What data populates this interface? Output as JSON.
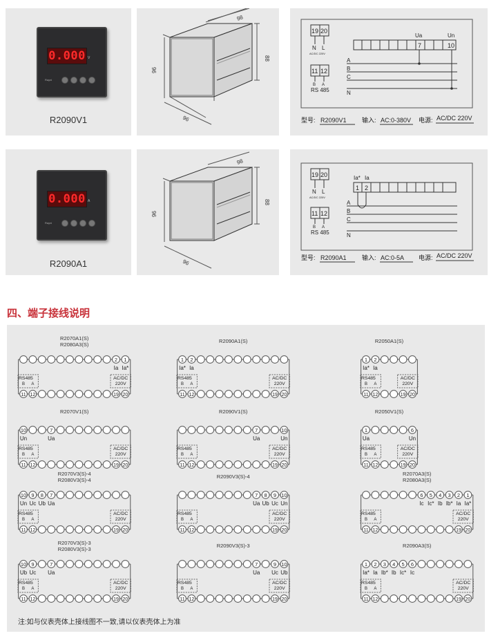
{
  "products": [
    {
      "model": "R2090V1",
      "display": "0.000",
      "unit": "V",
      "brand": "Rayni",
      "dims": {
        "width": "96",
        "depth": "98",
        "side": "88",
        "height": "96"
      },
      "supply_terms": [
        "19",
        "20"
      ],
      "supply_labels": [
        "N",
        "L"
      ],
      "supply_spec": "AC/DC 220V",
      "rs_terms": [
        "11",
        "12"
      ],
      "rs_labels": [
        "B",
        "A"
      ],
      "rs_name": "RS 485",
      "top_labels": [
        "Ua",
        "Un"
      ],
      "terms": [
        "7",
        "10"
      ],
      "lines": [
        "A",
        "B",
        "C",
        "N"
      ],
      "model_label": "型号:",
      "input_label": "输入:",
      "input_value": "AC:0-380V",
      "power_label": "电源:",
      "power_value": "AC/DC 220V"
    },
    {
      "model": "R2090A1",
      "display": "0.000",
      "unit": "A",
      "brand": "Rayni",
      "dims": {
        "width": "96",
        "depth": "98",
        "side": "88",
        "height": "96"
      },
      "supply_terms": [
        "19",
        "20"
      ],
      "supply_labels": [
        "N",
        "L"
      ],
      "supply_spec": "AC/DC 220V",
      "rs_terms": [
        "11",
        "12"
      ],
      "rs_labels": [
        "B",
        "A"
      ],
      "rs_name": "RS 485",
      "top_labels": [
        "Ia*",
        "Ia"
      ],
      "terms": [
        "1",
        "2"
      ],
      "lines": [
        "A",
        "B",
        "C",
        "N"
      ],
      "model_label": "型号:",
      "input_label": "输入:",
      "input_value": "AC:0-5A",
      "power_label": "电源:",
      "power_value": "AC/DC 220V"
    }
  ],
  "section_title": "四、端子接线说明",
  "terminal_common": {
    "rs_text": "RS485",
    "rs_b": "B",
    "rs_a": "A",
    "rs_terms": [
      "11",
      "12"
    ],
    "ac_text": "AC/DC",
    "ac_volt": "220V",
    "ac_terms": [
      "19",
      "20"
    ]
  },
  "diagrams": [
    {
      "title": [
        "R2070A1(S)",
        "R2080A3(S)"
      ],
      "count": 12,
      "nums": {
        "10": "2",
        "11": "1"
      },
      "labels": {
        "10": "Ia",
        "11": "Ia*"
      }
    },
    {
      "title": [
        "R2090A1(S)"
      ],
      "count": 12,
      "nums": {
        "0": "1",
        "1": "2"
      },
      "labels": {
        "0": "Ia*",
        "1": "Ia"
      }
    },
    {
      "title": [
        "R2050A1(S)"
      ],
      "count": 6,
      "nums": {
        "0": "1",
        "1": "2"
      },
      "labels": {
        "0": "Ia*",
        "1": "Ia"
      }
    },
    {
      "title": [
        "R2070V1(S)"
      ],
      "count": 12,
      "nums": {
        "0": "10",
        "3": "7"
      },
      "labels": {
        "0": "Un",
        "3": "Ua"
      }
    },
    {
      "title": [
        "R2090V1(S)"
      ],
      "count": 12,
      "nums": {
        "8": "7",
        "11": "10"
      },
      "labels": {
        "8": "Ua",
        "11": "Un"
      }
    },
    {
      "title": [
        "R2050V1(S)"
      ],
      "count": 6,
      "nums": {
        "0": "1",
        "5": "6"
      },
      "labels": {
        "0": "Ua",
        "5": "Un"
      }
    },
    {
      "title": [
        "R2070V3(S)-4",
        "R2080V3(S)-4"
      ],
      "count": 12,
      "nums": {
        "0": "10",
        "1": "9",
        "2": "8",
        "3": "7"
      },
      "labels": {
        "0": "Un",
        "1": "Uc",
        "2": "Ub",
        "3": "Ua"
      }
    },
    {
      "title": [
        "R2090V3(S)-4"
      ],
      "count": 12,
      "nums": {
        "8": "7",
        "9": "8",
        "10": "9",
        "11": "10"
      },
      "labels": {
        "8": "Ua",
        "9": "Ub",
        "10": "Uc",
        "11": "Un"
      }
    },
    {
      "title": [
        "R2070A3(S)",
        "R2080A3(S)"
      ],
      "count": 12,
      "nums": {
        "6": "6",
        "7": "5",
        "8": "4",
        "9": "3",
        "10": "2",
        "11": "1"
      },
      "labels": {
        "6": "Ic",
        "7": "Ic*",
        "8": "Ib",
        "9": "Ib*",
        "10": "Ia",
        "11": "Ia*"
      }
    },
    {
      "title": [
        "R2070V3(S)-3",
        "R2080V3(S)-3"
      ],
      "count": 12,
      "nums": {
        "0": "10",
        "1": "9",
        "3": "7"
      },
      "labels": {
        "0": "Ub",
        "1": "Uc",
        "3": "Ua"
      }
    },
    {
      "title": [
        "R2090V3(S)-3"
      ],
      "count": 12,
      "nums": {
        "8": "7",
        "10": "9",
        "11": "10"
      },
      "labels": {
        "8": "Ua",
        "10": "Uc",
        "11": "Ub"
      }
    },
    {
      "title": [
        "R2090A3(S)"
      ],
      "count": 12,
      "nums": {
        "0": "1",
        "1": "2",
        "2": "3",
        "3": "4",
        "4": "5",
        "5": "6"
      },
      "labels": {
        "0": "Ia*",
        "1": "Ia",
        "2": "Ib*",
        "3": "Ib",
        "4": "Ic*",
        "5": "Ic"
      }
    }
  ],
  "note": "注:如与仪表壳体上接线图不一致,请以仪表壳体上为准"
}
